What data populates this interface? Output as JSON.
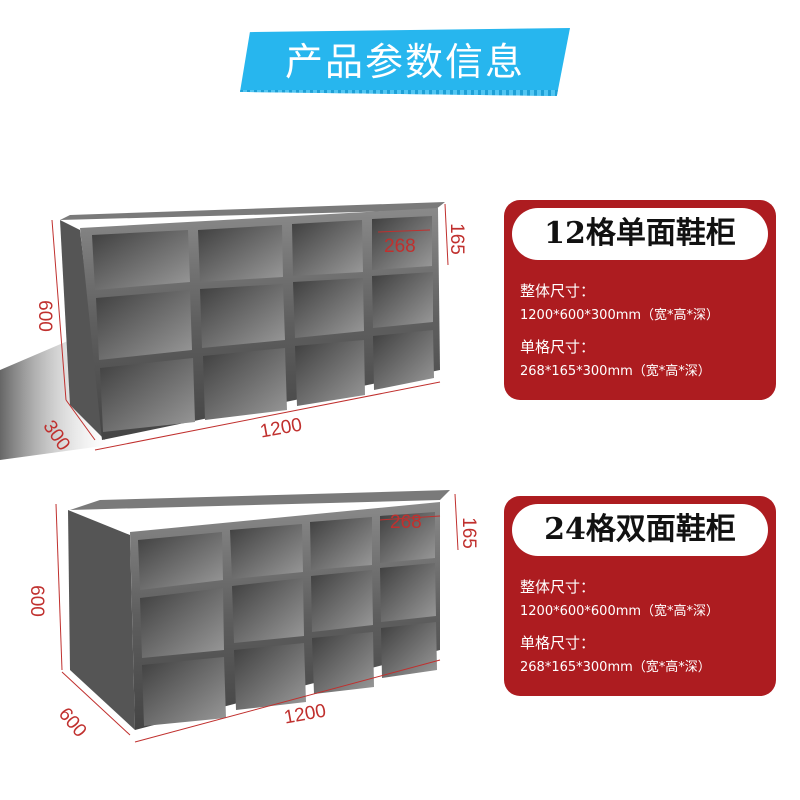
{
  "title": "产品参数信息",
  "colors": {
    "banner": "#27b6ee",
    "card": "#ad1c20",
    "dimension": "#c0302e"
  },
  "products": [
    {
      "name": "12格单面鞋柜",
      "overall_label": "整体尺寸：",
      "overall_value": "1200*600*300mm（宽*高*深）",
      "cell_label": "单格尺寸：",
      "cell_value": "268*165*300mm（宽*高*深）",
      "dimensions": {
        "width": "1200",
        "height": "600",
        "depth": "300",
        "cell_width": "268",
        "cell_height": "165"
      }
    },
    {
      "name": "24格双面鞋柜",
      "overall_label": "整体尺寸：",
      "overall_value": "1200*600*600mm（宽*高*深）",
      "cell_label": "单格尺寸：",
      "cell_value": "268*165*300mm（宽*高*深）",
      "dimensions": {
        "width": "1200",
        "height": "600",
        "depth": "600",
        "cell_width": "268",
        "cell_height": "165"
      }
    }
  ]
}
